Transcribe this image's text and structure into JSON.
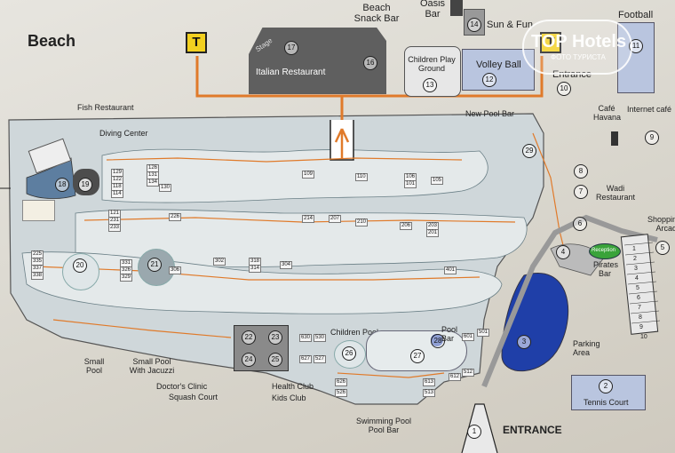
{
  "header": {
    "beach": "Beach"
  },
  "watermark": {
    "brand": "TOP Hotels",
    "sub": "ФОТО ТУРИСТА"
  },
  "top": {
    "t1": "T",
    "t2": "T",
    "beach_snack_bar": "Beach Snack Bar",
    "oasis_bar": "Oasis Bar",
    "sun_fun": "Sun & Fun",
    "stage": "Stage",
    "italian": "Italian Restaurant",
    "children_playground": "Children Play Ground",
    "volley": "Volley Ball",
    "football": "Football",
    "entrance_top": "Entrance",
    "n17": "17",
    "n16": "16",
    "n14": "14",
    "n13": "13",
    "n12": "12",
    "n11": "11",
    "n10": "10"
  },
  "left": {
    "fish": "Fish Restaurant",
    "diving": "Diving Center",
    "n18": "18",
    "n19": "19",
    "n20": "20",
    "n21": "21",
    "small_pool": "Small Pool",
    "small_pool_jacuzzi": "Small Pool With Jacuzzi"
  },
  "right": {
    "new_pool_bar": "New Pool Bar",
    "cafe_havana": "Café Havana",
    "internet_cafe": "Internet café",
    "wadi_restaurant": "Wadi Restaurant",
    "shopping_arcade": "Shopping Arcade",
    "reception": "Reception",
    "pirates_bar": "Pirates Bar",
    "parking_area": "Parking Area",
    "tennis_court": "Tennis Court",
    "entrance": "ENTRANCE",
    "n29": "29",
    "n9": "9",
    "n8": "8",
    "n7": "7",
    "n6": "6",
    "n5": "5",
    "n4": "4",
    "n3": "3",
    "n2": "2",
    "n1": "1",
    "shops": [
      "1",
      "2",
      "3",
      "4",
      "5",
      "6",
      "7",
      "8",
      "9",
      "10"
    ]
  },
  "bottom": {
    "children_pool": "Children Pool",
    "pool_bar": "Pool Bar",
    "doctors_clinic": "Doctor's Clinic",
    "squash_court": "Squash Court",
    "health_club": "Health Club",
    "kids_club": "Kids Club",
    "swimming_pool_bar": "Swimming Pool Pool Bar",
    "n22": "22",
    "n23": "23",
    "n24": "24",
    "n25": "25",
    "n26": "26",
    "n27": "27",
    "n28": "28",
    "rooms_bottom": [
      "630",
      "627",
      "530",
      "527",
      "626",
      "613",
      "526",
      "513",
      "612",
      "601",
      "512",
      "501"
    ]
  },
  "rooms": {
    "r_a": [
      "126",
      "131",
      "134",
      "130"
    ],
    "r_b": [
      "129",
      "122",
      "118",
      "114"
    ],
    "r_c": [
      "121",
      "231",
      "233",
      "226"
    ],
    "r_d": [
      "225",
      "335",
      "337",
      "338"
    ],
    "r_e": [
      "331",
      "326",
      "329",
      "306"
    ],
    "r_f": [
      "302",
      "318",
      "314",
      "304"
    ],
    "r_g": [
      "214",
      "207",
      "210",
      "109"
    ],
    "r_h": [
      "110",
      "106",
      "101",
      "105"
    ],
    "r_i": [
      "206",
      "203",
      "201",
      "401"
    ]
  }
}
